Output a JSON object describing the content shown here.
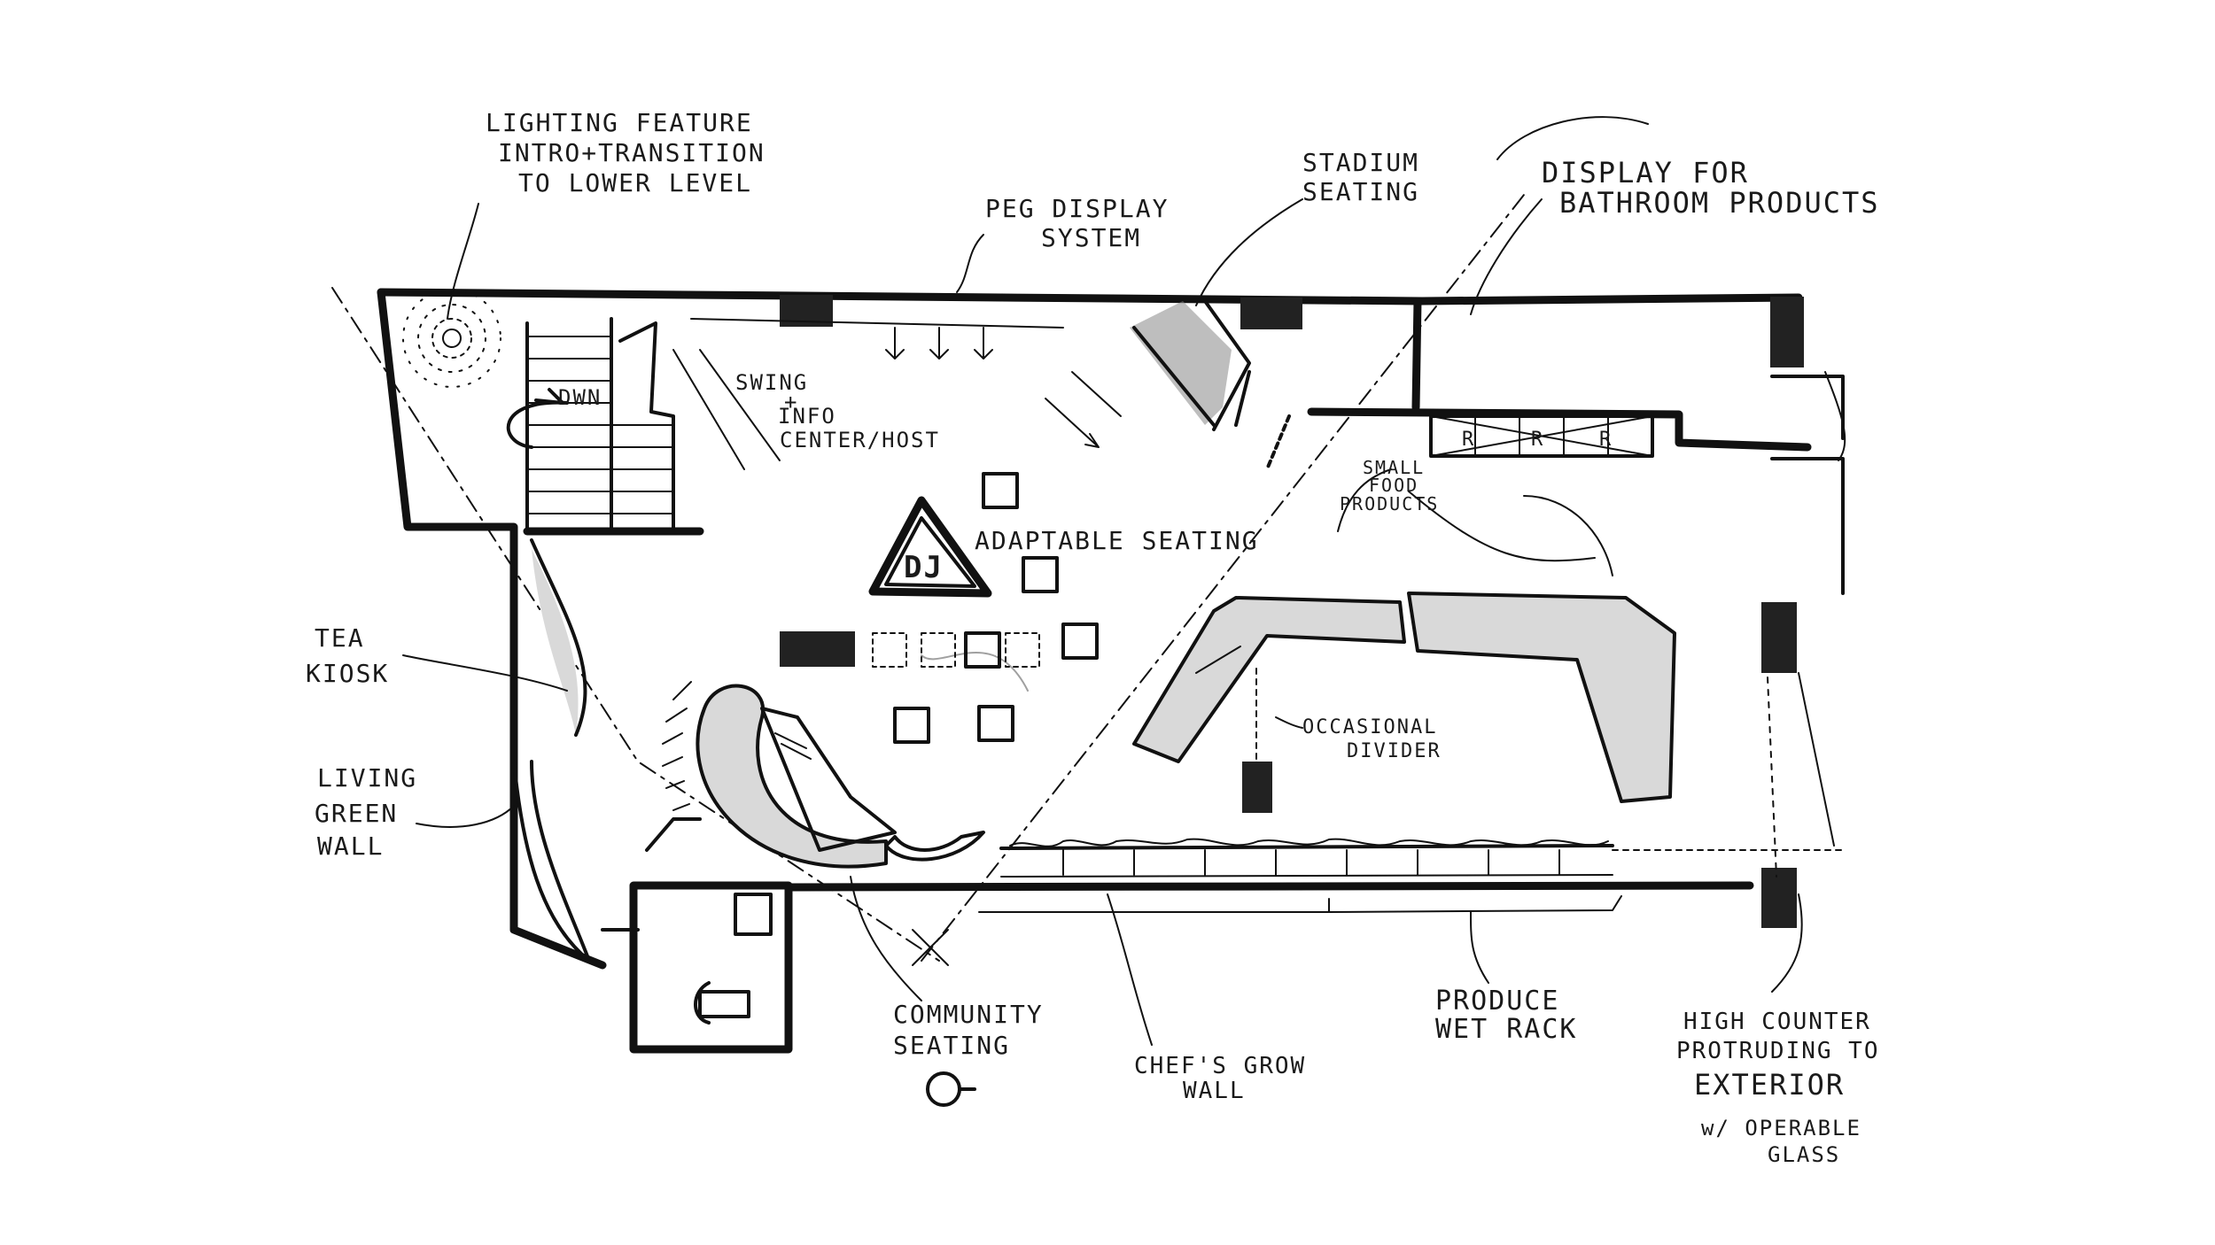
{
  "labels": {
    "lighting_1": "LIGHTING FEATURE",
    "lighting_2": "INTRO+TRANSITION",
    "lighting_3": "TO LOWER LEVEL",
    "peg_1": "PEG DISPLAY",
    "peg_2": "SYSTEM",
    "stadium_1": "STADIUM",
    "stadium_2": "SEATING",
    "bath_1": "DISPLAY FOR",
    "bath_2": "BATHROOM PRODUCTS",
    "dwn": "DWN",
    "swing_1": "SWING",
    "swing_2": "+",
    "swing_3": "INFO",
    "swing_4": "CENTER/HOST",
    "small_1": "SMALL",
    "small_2": "FOOD",
    "small_3": "PRODUCTS",
    "dj": "DJ",
    "adaptable": "ADAPTABLE SEATING",
    "tea_1": "TEA",
    "tea_2": "KIOSK",
    "living_1": "LIVING",
    "living_2": "GREEN",
    "living_3": "WALL",
    "divider_1": "OCCASIONAL",
    "divider_2": "DIVIDER",
    "community_1": "COMMUNITY",
    "community_2": "SEATING",
    "chef_1": "CHEF'S GROW",
    "chef_2": "WALL",
    "produce_1": "PRODUCE",
    "produce_2": "WET RACK",
    "high_1": "HIGH COUNTER",
    "high_2": "PROTRUDING TO",
    "high_3": "EXTERIOR",
    "high_4": "w/ OPERABLE",
    "high_5": "GLASS",
    "rack_r": "R"
  }
}
